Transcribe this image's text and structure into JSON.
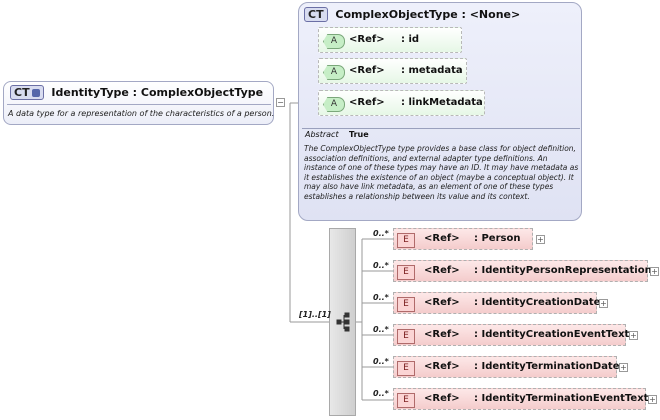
{
  "main": {
    "badge": "CT",
    "title": "IdentityType : ComplexObjectType",
    "description": "A data type for a representation of the characteristics of a person."
  },
  "base": {
    "badge": "CT",
    "title": "ComplexObjectType : <None>",
    "attributes": [
      {
        "tag": "A",
        "ref": "<Ref>",
        "name": ": id"
      },
      {
        "tag": "A",
        "ref": "<Ref>",
        "name": ": metadata"
      },
      {
        "tag": "A",
        "ref": "<Ref>",
        "name": ": linkMetadata"
      }
    ],
    "abstract_label": "Abstract",
    "abstract_value": "True",
    "description": "The ComplexObjectType type provides a base class for object definition, association definitions, and external adapter type definitions. An instance of one of these types may have an ID. It may have metadata as it establishes the existence of an object (maybe a conceptual object). It may also have link metadata, as an element of one of these types establishes a relationship between its value and its context."
  },
  "sequence": {
    "cardinality": "[1]..[1]"
  },
  "elements": [
    {
      "tag": "E",
      "cardinality": "0..*",
      "ref": "<Ref>",
      "name": ": Person"
    },
    {
      "tag": "E",
      "cardinality": "0..*",
      "ref": "<Ref>",
      "name": ": IdentityPersonRepresentation"
    },
    {
      "tag": "E",
      "cardinality": "0..*",
      "ref": "<Ref>",
      "name": ": IdentityCreationDate"
    },
    {
      "tag": "E",
      "cardinality": "0..*",
      "ref": "<Ref>",
      "name": ": IdentityCreationEventText"
    },
    {
      "tag": "E",
      "cardinality": "0..*",
      "ref": "<Ref>",
      "name": ": IdentityTerminationDate"
    },
    {
      "tag": "E",
      "cardinality": "0..*",
      "ref": "<Ref>",
      "name": ": IdentityTerminationEventText"
    }
  ],
  "plus_symbol": "+",
  "minus_symbol": "−"
}
